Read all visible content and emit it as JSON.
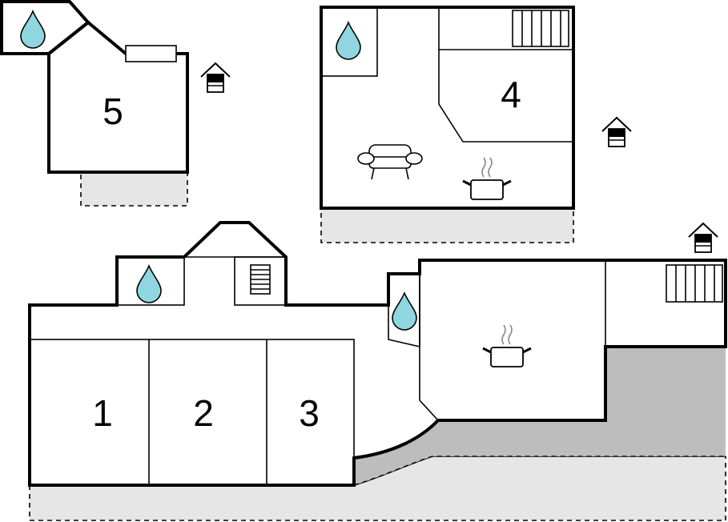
{
  "floor_plan": {
    "colors": {
      "wall": "#000000",
      "room_fill": "#ffffff",
      "terrace_light": "#e6e6e6",
      "terrace_dark": "#bdbdbd",
      "water_drop": "#8fd6e1",
      "steam": "#888888"
    },
    "room_labels": [
      "5",
      "4",
      "1",
      "2",
      "3"
    ],
    "icons": [
      "water-drop-icon",
      "radiator-icon",
      "sofa-icon",
      "cooking-pot-icon",
      "house-icon"
    ]
  }
}
